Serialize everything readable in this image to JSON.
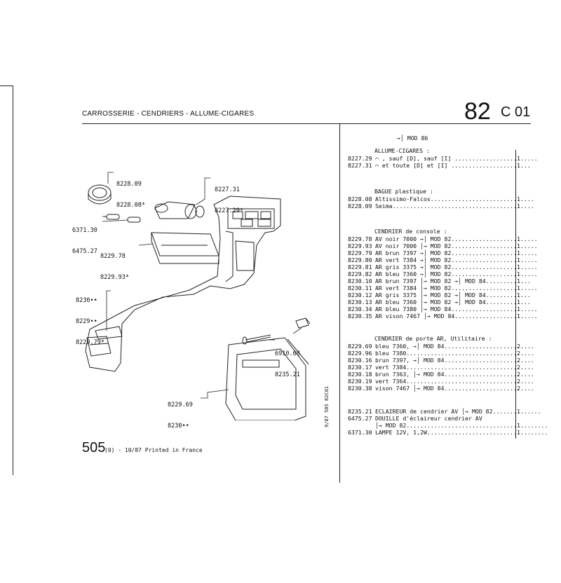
{
  "header": {
    "title": "CARROSSERIE - CENDRIERS - ALLUME-CIGARES",
    "page_number": "82",
    "section": "C 01"
  },
  "callouts": [
    {
      "id": "c1",
      "lines": [
        "8228.09",
        "8228.08*"
      ]
    },
    {
      "id": "c2",
      "lines": [
        "8227.31",
        "8227.29*"
      ]
    },
    {
      "id": "c3",
      "lines": [
        "6371.30",
        "6475.27"
      ]
    },
    {
      "id": "c4",
      "lines": [
        "8229.78",
        "8229.93*"
      ]
    },
    {
      "id": "c5",
      "lines": [
        "8230••",
        "8229••",
        "8229.79*"
      ]
    },
    {
      "id": "c6",
      "lines": [
        "6910.68",
        "8235.21"
      ]
    },
    {
      "id": "c7",
      "lines": [
        "8229.69",
        "8230••"
      ]
    }
  ],
  "parts_list": {
    "mod_header": "→│ MOD 86",
    "groups": [
      {
        "title": "ALLUME-CIGARES :",
        "items": [
          {
            "ref": "8227.29",
            "desc": "⌒ , sauf [D], sauf [I] ........................",
            "qty": "1"
          },
          {
            "ref": "8227.31",
            "desc": "⌒ et toute [D] et [I] .......................",
            "qty": "1"
          }
        ]
      },
      {
        "title": "BAGUE plastique :",
        "items": [
          {
            "ref": "8228.08",
            "desc": "Altissimo-Falcos..............................",
            "qty": "1"
          },
          {
            "ref": "8228.09",
            "desc": "Seima.........................................",
            "qty": "1"
          }
        ]
      },
      {
        "title": "CENDRIER de console :",
        "items": [
          {
            "ref": "8229.78",
            "desc": "AV noir 7000 →│ MOD 82.........................",
            "qty": "1"
          },
          {
            "ref": "8229.93",
            "desc": "AV noir 7000 │→ MOD 82.........................",
            "qty": "1"
          },
          {
            "ref": "8229.79",
            "desc": "AR brun 7397 →│ MOD 82.........................",
            "qty": "1"
          },
          {
            "ref": "8229.80",
            "desc": "AR vert 7384 →│ MOD 82.........................",
            "qty": "1"
          },
          {
            "ref": "8229.81",
            "desc": "AR gris 3375 →│ MOD 82.........................",
            "qty": "1"
          },
          {
            "ref": "8229.82",
            "desc": "AR bleu 7360 →│ MOD 82.........................",
            "qty": "1"
          },
          {
            "ref": "8230.10",
            "desc": "AR brun 7397 │→ MOD 82 →│ MOD 84.............",
            "qty": "1"
          },
          {
            "ref": "8230.11",
            "desc": "AR vert 7384 │→ MOD 82.........................",
            "qty": "1"
          },
          {
            "ref": "8230.12",
            "desc": "AR gris 3375 │→ MOD 82 →│ MOD 84.............",
            "qty": "1"
          },
          {
            "ref": "8230.13",
            "desc": "AR bleu 7360 │→ MOD 82 →│ MOD 84.............",
            "qty": "1"
          },
          {
            "ref": "8230.34",
            "desc": "AR bleu 7380 │→ MOD 84.........................",
            "qty": "1"
          },
          {
            "ref": "8230.35",
            "desc": "AR vison 7467 │→ MOD 84........................",
            "qty": "1"
          }
        ]
      },
      {
        "title": "CENDRIER de porte AR, Utilitaire :",
        "items": [
          {
            "ref": "8229.69",
            "desc": "bleu 7360, →│ MOD 84..........................",
            "qty": "2"
          },
          {
            "ref": "8229.96",
            "desc": "bleu 7380.....................................",
            "qty": "2"
          },
          {
            "ref": "8230.16",
            "desc": "brun 7397, →│ MOD 84..........................",
            "qty": "2"
          },
          {
            "ref": "8230.17",
            "desc": "vert 7384.....................................",
            "qty": "2"
          },
          {
            "ref": "8230.18",
            "desc": "brun 7363, │→ MOD 84..........................",
            "qty": "2"
          },
          {
            "ref": "8230.19",
            "desc": "vert 7364.....................................",
            "qty": "2"
          },
          {
            "ref": "8230.38",
            "desc": "vison 7467 │→ MOD 84..........................",
            "qty": "2"
          }
        ]
      },
      {
        "title": "",
        "items": [
          {
            "ref": "8235.21",
            "desc": "ECLAIREUR de cendrier AV │→ MOD 82..............",
            "qty": "1"
          },
          {
            "ref": "6475.27",
            "desc": "DOUILLE d'éclaireur cendrier AV",
            "qty": ""
          },
          {
            "ref": "",
            "desc": "│→ MOD 82.........................................",
            "qty": "1"
          },
          {
            "ref": "6371.30",
            "desc": "LAMPE 12V, 1,2W...................................",
            "qty": "1"
          }
        ]
      }
    ]
  },
  "footer": {
    "big": "505",
    "small": "(0) - 10/87 Printed in France",
    "vertical": "9/87 505 82C01"
  }
}
